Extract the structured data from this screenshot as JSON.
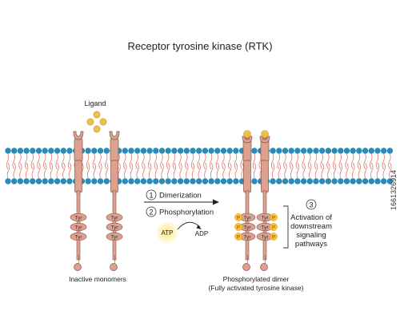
{
  "title": "Receptor tyrosine kinase (RTK)",
  "ligand_label": "Ligand",
  "tyr_label": "Tyr",
  "phospho_label": "P",
  "step1_num": "1",
  "step1_label": "Dimerization",
  "step2_num": "2",
  "step2_label": "Phosphorylation",
  "atp_label": "ATP",
  "adp_label": "ADP",
  "step3_num": "3",
  "step3_label_lines": [
    "Activation of",
    "downstream",
    "signaling",
    "pathways"
  ],
  "left_caption": "Inactive monomers",
  "right_caption_1": "Phosphorylated dimer",
  "right_caption_2": "(Fully activated tyrosine kinase)",
  "stock_id": "1661326914",
  "colors": {
    "receptor_fill": "#dda28f",
    "receptor_stroke": "#8a5446",
    "membrane_head": "#2a8ab8",
    "tail": "#e07a6a",
    "ligand": "#e8c24a",
    "atp_red": "#e02020",
    "phospho_fill": "#f5c23a"
  }
}
